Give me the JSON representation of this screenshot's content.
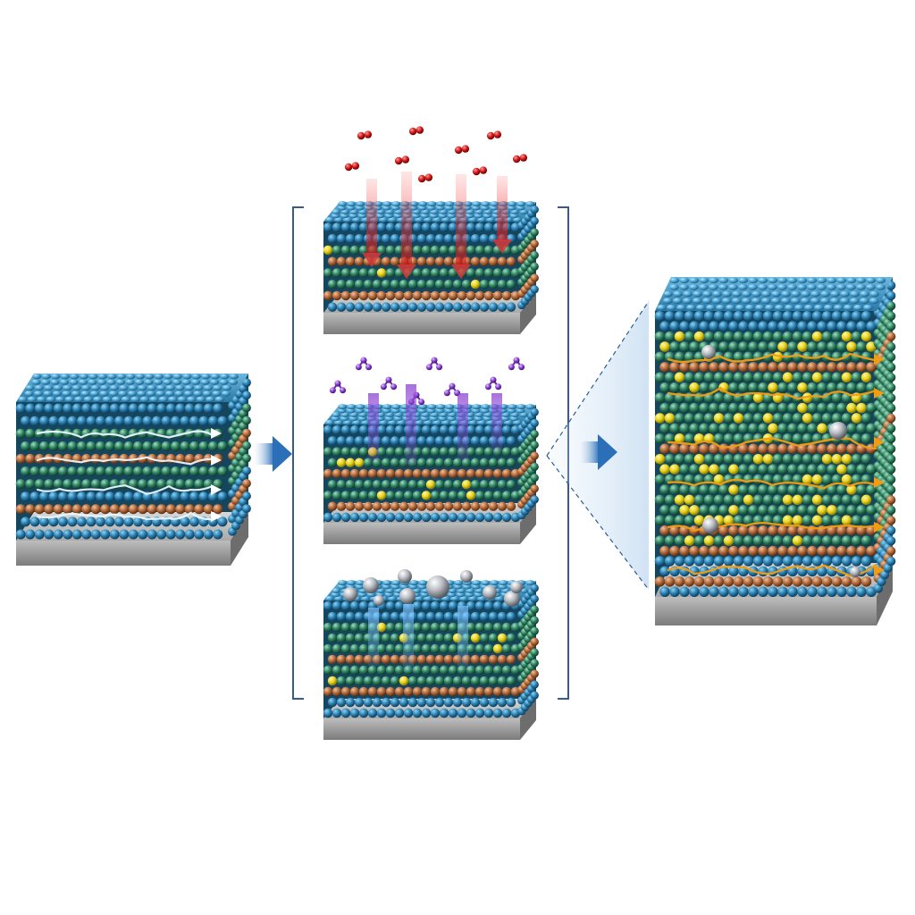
{
  "colors": {
    "background": "#ffffff",
    "layer_blue": "#1f6f9a",
    "layer_blue_top": "#3f9fcf",
    "layer_green": "#2e7d5b",
    "layer_copper": "#b06a3c",
    "dopant_yellow": "#e8d21a",
    "substrate": "#9a9a9a",
    "oxygen_red": "#d01818",
    "molecule_purple": "#8a3fd0",
    "metal_silver": "#b8bcc2",
    "flow_orange": "#f39c12",
    "arrow_blue": "#2a6fb8",
    "bracket": "#3a5a8c"
  },
  "diagram": {
    "panels": [
      {
        "id": "initial-film",
        "treatment": "none",
        "flow": "white-current-lines"
      },
      {
        "id": "oxygen-treatment",
        "treatment": "red-diatomic-molecules",
        "flow": "downward-diffusion"
      },
      {
        "id": "molecule-treatment",
        "treatment": "purple-triatomic-molecules",
        "flow": "upward-diffusion"
      },
      {
        "id": "metal-treatment",
        "treatment": "silver-nanoparticles",
        "flow": "downward-diffusion"
      },
      {
        "id": "final-film",
        "treatment": "enhanced",
        "flow": "orange-current-lines"
      }
    ],
    "connectors": [
      "right-arrow",
      "bracket",
      "right-arrow",
      "zoom-lines"
    ]
  }
}
